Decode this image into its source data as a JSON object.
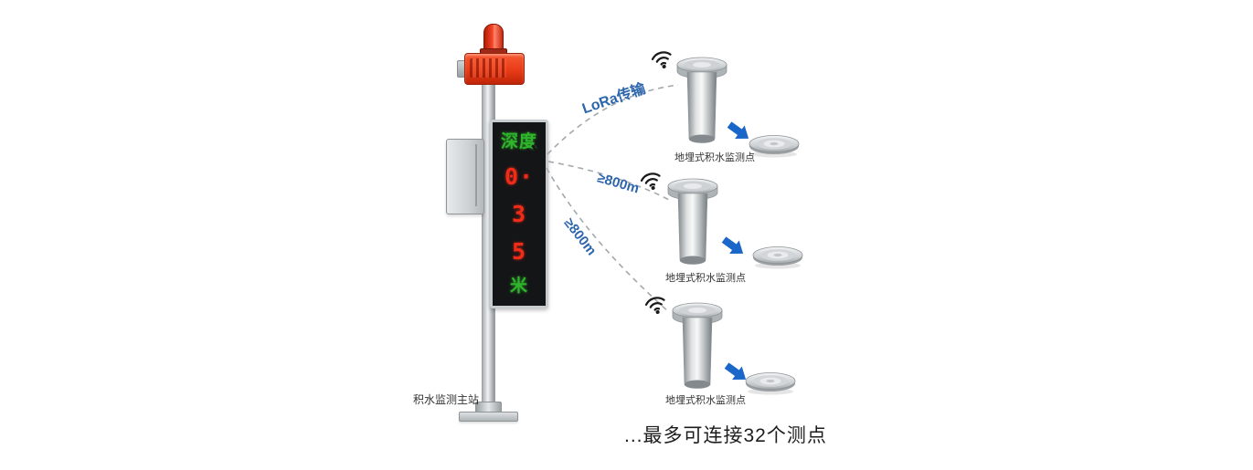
{
  "diagram": {
    "title_hint": "积水监测系统示意图",
    "station": {
      "label": "积水监测主站",
      "display_rows": [
        {
          "text": "深度",
          "color": "#2fb52c"
        },
        {
          "text": "0·",
          "color": "#f02c18"
        },
        {
          "text": "3",
          "color": "#f02c18"
        },
        {
          "text": "5",
          "color": "#f02c18"
        },
        {
          "text": "米",
          "color": "#2fb52c"
        }
      ]
    },
    "links": [
      {
        "label": "LoRa传输"
      },
      {
        "label": "≥800m"
      },
      {
        "label": "≥800m"
      }
    ],
    "sensors": [
      {
        "label": "地埋式积水监测点"
      },
      {
        "label": "地埋式积水监测点"
      },
      {
        "label": "地埋式积水监测点"
      }
    ],
    "footer": "...最多可连接32个测点",
    "colors": {
      "alarm_red": "#e83c17",
      "led_green": "#2fb52c",
      "led_red": "#f02c18",
      "link_label_blue": "#2e66ad",
      "arrow_blue": "#1b66c9",
      "dash_gray": "#a3a8ac"
    }
  }
}
